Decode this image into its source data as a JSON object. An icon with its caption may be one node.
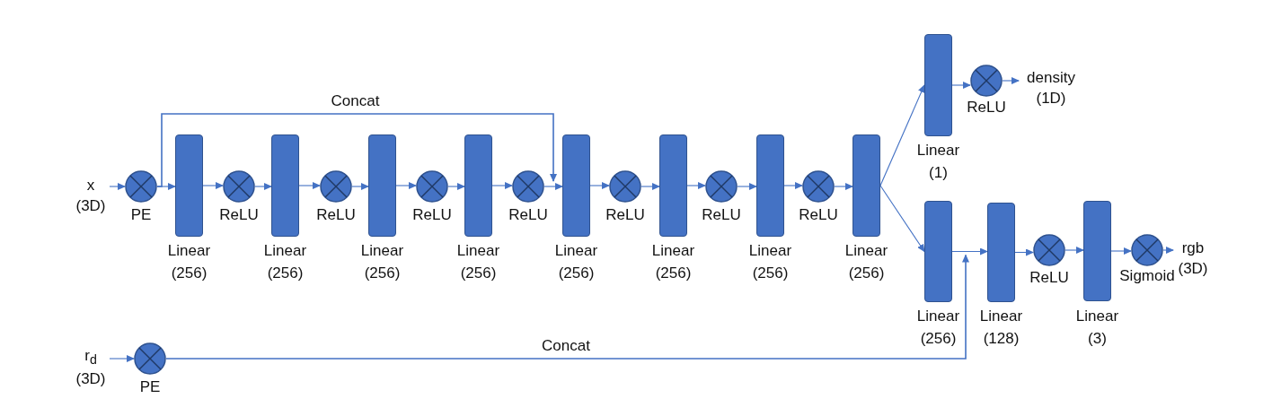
{
  "diagram": {
    "nodes": [
      {
        "text": [
          "x (3D)"
        ]
      },
      {
        "text": [
          "PE"
        ]
      },
      {
        "text": [
          "Linear (256)"
        ]
      },
      {
        "text": [
          "ReLU"
        ]
      },
      {
        "text": [
          "Linear (256)"
        ]
      },
      {
        "text": [
          "ReLU"
        ]
      },
      {
        "text": [
          "Linear (256)"
        ]
      },
      {
        "text": [
          "ReLU"
        ]
      },
      {
        "text": [
          "Linear (256)"
        ]
      },
      {
        "text": [
          "ReLU"
        ]
      },
      {
        "text": [
          "Linear (256)"
        ]
      },
      {
        "text": [
          "ReLU"
        ]
      },
      {
        "text": [
          "Linear (256)"
        ]
      },
      {
        "text": [
          "ReLU"
        ]
      },
      {
        "text": [
          "Linear (256)"
        ]
      },
      {
        "text": [
          "ReLU"
        ]
      },
      {
        "text": [
          "Linear (256)"
        ]
      },
      {
        "text": [
          "Linear (1)"
        ]
      },
      {
        "text": [
          "ReLU"
        ]
      },
      {
        "text": [
          "density (1D)"
        ]
      },
      {
        "text": [
          "Linear (256)"
        ]
      },
      {
        "text": [
          "Linear (128)"
        ]
      },
      {
        "text": [
          "ReLU"
        ]
      },
      {
        "text": [
          "Linear (3)"
        ]
      },
      {
        "text": [
          "Sigmoid"
        ]
      },
      {
        "text": [
          "rgb (3D)"
        ]
      },
      {
        "text": [
          "r$_{d}$ (3D)"
        ]
      },
      {
        "text": [
          "PE"
        ]
      }
    ],
    "edges": [
      {
        "from": 0,
        "to": 1,
        "arrow": "to"
      },
      {
        "from": 1,
        "to": 2,
        "arrow": "to"
      },
      {
        "from": 2,
        "to": 3,
        "arrow": "to"
      },
      {
        "from": 3,
        "to": 4,
        "arrow": "to"
      },
      {
        "from": 4,
        "to": 5,
        "arrow": "to"
      },
      {
        "from": 5,
        "to": 6,
        "arrow": "to"
      },
      {
        "from": 6,
        "to": 7,
        "arrow": "to"
      },
      {
        "from": 7,
        "to": 8,
        "arrow": "to"
      },
      {
        "from": 8,
        "to": 9,
        "arrow": "to"
      },
      {
        "from": 9,
        "to": 10,
        "arrow": "to"
      },
      {
        "from": 1,
        "to": 10,
        "arrow": "to",
        "label": "Concat"
      },
      {
        "from": 10,
        "to": 11,
        "arrow": "to"
      },
      {
        "from": 11,
        "to": 12,
        "arrow": "to"
      },
      {
        "from": 12,
        "to": 13,
        "arrow": "to"
      },
      {
        "from": 13,
        "to": 14,
        "arrow": "to"
      },
      {
        "from": 14,
        "to": 15,
        "arrow": "to"
      },
      {
        "from": 15,
        "to": 16,
        "arrow": "to"
      },
      {
        "from": 16,
        "to": 17,
        "arrow": "to"
      },
      {
        "from": 16,
        "to": 20,
        "arrow": "to"
      },
      {
        "from": 17,
        "to": 18,
        "arrow": "to"
      },
      {
        "from": 18,
        "to": 19,
        "arrow": "to"
      },
      {
        "from": 20,
        "to": 21,
        "arrow": "to"
      },
      {
        "from": 27,
        "to": 21,
        "arrow": "to",
        "label": "Concat"
      },
      {
        "from": 21,
        "to": 22,
        "arrow": "to"
      },
      {
        "from": 22,
        "to": 23,
        "arrow": "to"
      },
      {
        "from": 23,
        "to": 24,
        "arrow": "to"
      },
      {
        "from": 24,
        "to": 25,
        "arrow": "to"
      },
      {
        "from": 26,
        "to": 27,
        "arrow": "to"
      }
    ]
  }
}
